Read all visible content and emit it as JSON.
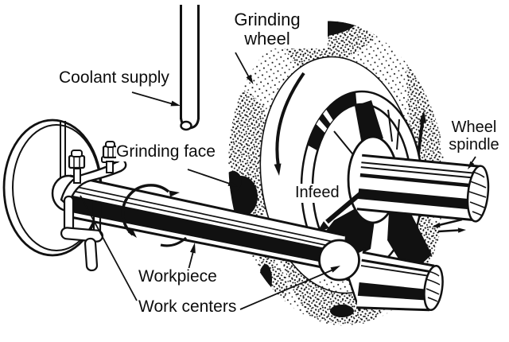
{
  "figure": {
    "colors": {
      "background": "#ffffff",
      "ink": "#111111"
    },
    "labels": {
      "coolant_supply": "Coolant supply",
      "grinding_wheel": {
        "line1": "Grinding",
        "line2": "wheel"
      },
      "grinding_face": "Grinding face",
      "wheel_spindle": {
        "line1": "Wheel",
        "line2": "spindle"
      },
      "infeed": "Infeed",
      "workpiece": "Workpiece",
      "work_centers": "Work centers"
    },
    "icons": [
      "wheel-rotation-arrow",
      "workpiece-rotation-arrow",
      "infeed-arrow",
      "traverse-double-arrow",
      "leader-arrow"
    ]
  }
}
